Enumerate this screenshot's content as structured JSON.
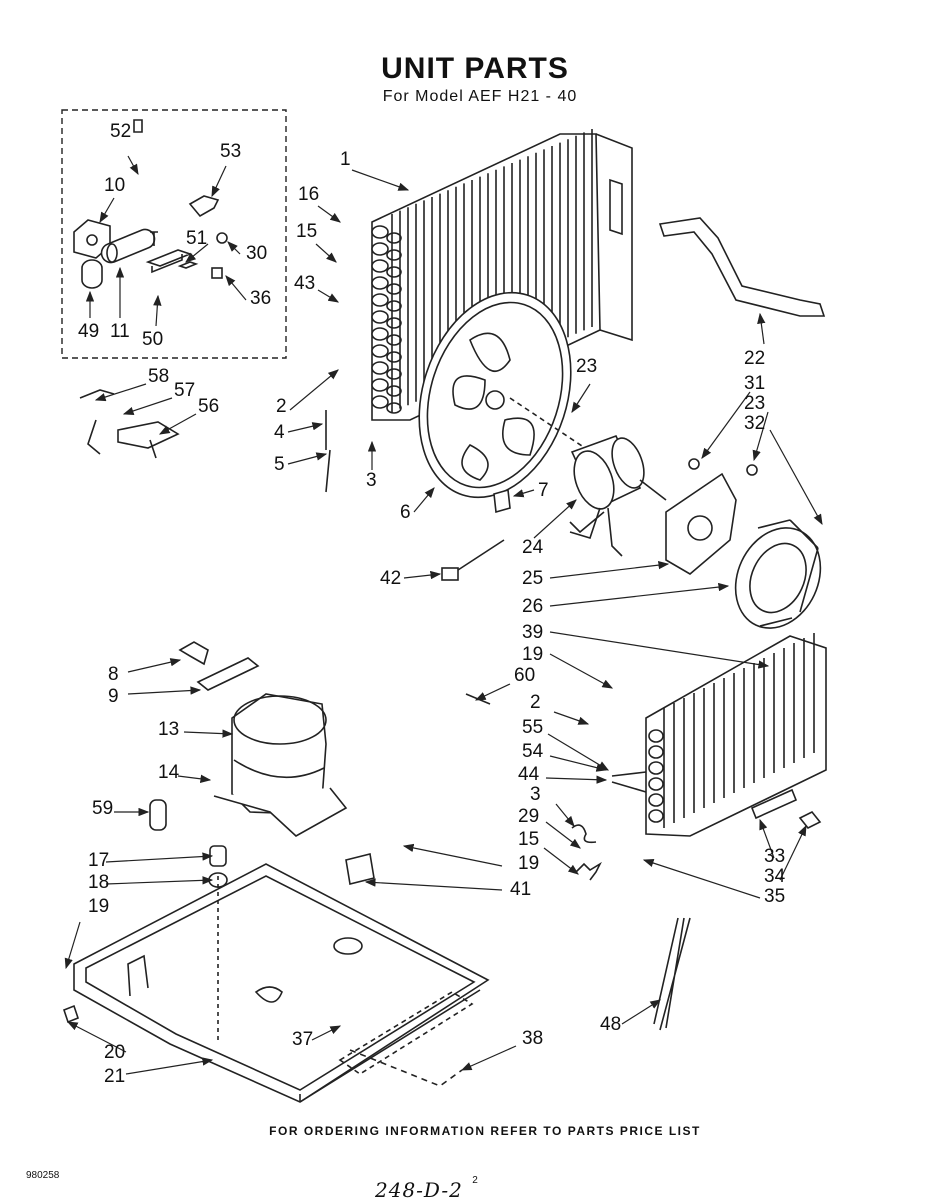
{
  "title": "UNIT PARTS",
  "subtitle": "For Model AEF H21 - 40",
  "footer": "FOR ORDERING INFORMATION REFER TO PARTS PRICE LIST",
  "doc_number": "980258",
  "page_number": "2",
  "handwritten_note": "248-D-2",
  "callouts": [
    {
      "id": "c52",
      "text": "52"
    },
    {
      "id": "c53",
      "text": "53"
    },
    {
      "id": "c10",
      "text": "10"
    },
    {
      "id": "c51",
      "text": "51"
    },
    {
      "id": "c30",
      "text": "30"
    },
    {
      "id": "c36",
      "text": "36"
    },
    {
      "id": "c49",
      "text": "49"
    },
    {
      "id": "c11",
      "text": "11"
    },
    {
      "id": "c50",
      "text": "50"
    },
    {
      "id": "c58",
      "text": "58"
    },
    {
      "id": "c57",
      "text": "57"
    },
    {
      "id": "c56",
      "text": "56"
    },
    {
      "id": "c1",
      "text": "1"
    },
    {
      "id": "c16",
      "text": "16"
    },
    {
      "id": "c15a",
      "text": "15"
    },
    {
      "id": "c43",
      "text": "43"
    },
    {
      "id": "c2a",
      "text": "2"
    },
    {
      "id": "c4",
      "text": "4"
    },
    {
      "id": "c5",
      "text": "5"
    },
    {
      "id": "c3a",
      "text": "3"
    },
    {
      "id": "c6",
      "text": "6"
    },
    {
      "id": "c23a",
      "text": "23"
    },
    {
      "id": "c7",
      "text": "7"
    },
    {
      "id": "c22",
      "text": "22"
    },
    {
      "id": "c31",
      "text": "31"
    },
    {
      "id": "c23b",
      "text": "23"
    },
    {
      "id": "c32",
      "text": "32"
    },
    {
      "id": "c24",
      "text": "24"
    },
    {
      "id": "c42",
      "text": "42"
    },
    {
      "id": "c25",
      "text": "25"
    },
    {
      "id": "c26",
      "text": "26"
    },
    {
      "id": "c39",
      "text": "39"
    },
    {
      "id": "c19a",
      "text": "19"
    },
    {
      "id": "c60",
      "text": "60"
    },
    {
      "id": "c2b",
      "text": "2"
    },
    {
      "id": "c55",
      "text": "55"
    },
    {
      "id": "c54",
      "text": "54"
    },
    {
      "id": "c44",
      "text": "44"
    },
    {
      "id": "c3b",
      "text": "3"
    },
    {
      "id": "c29",
      "text": "29"
    },
    {
      "id": "c15b",
      "text": "15"
    },
    {
      "id": "c19b",
      "text": "19"
    },
    {
      "id": "c41",
      "text": "41"
    },
    {
      "id": "c33",
      "text": "33"
    },
    {
      "id": "c34",
      "text": "34"
    },
    {
      "id": "c35",
      "text": "35"
    },
    {
      "id": "c8",
      "text": "8"
    },
    {
      "id": "c9",
      "text": "9"
    },
    {
      "id": "c13",
      "text": "13"
    },
    {
      "id": "c14",
      "text": "14"
    },
    {
      "id": "c59",
      "text": "59"
    },
    {
      "id": "c17",
      "text": "17"
    },
    {
      "id": "c18",
      "text": "18"
    },
    {
      "id": "c19c",
      "text": "19"
    },
    {
      "id": "c20",
      "text": "20"
    },
    {
      "id": "c21",
      "text": "21"
    },
    {
      "id": "c37",
      "text": "37"
    },
    {
      "id": "c38",
      "text": "38"
    },
    {
      "id": "c48",
      "text": "48"
    }
  ]
}
